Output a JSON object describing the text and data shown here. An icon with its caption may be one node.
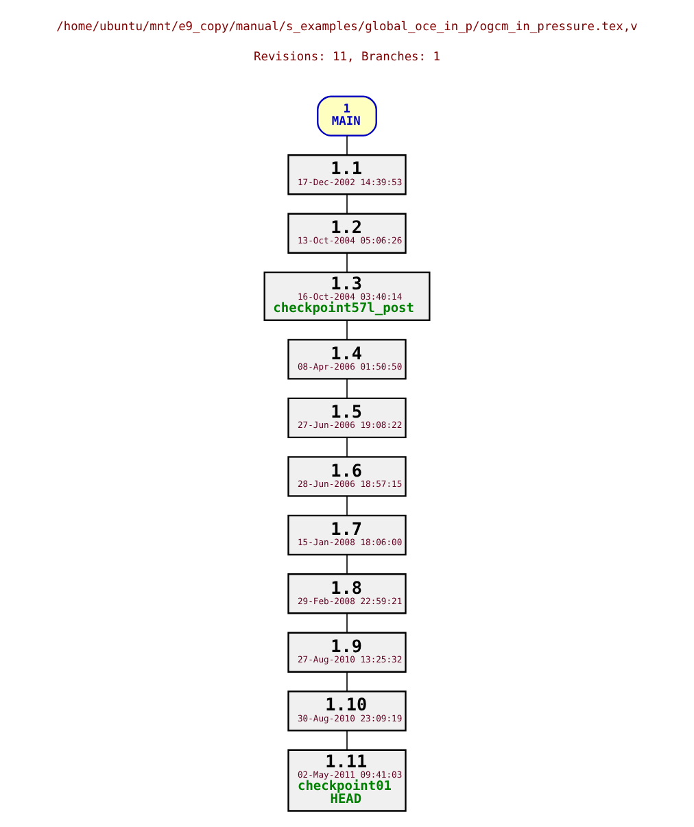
{
  "diagram": {
    "title": "/home/ubuntu/mnt/e9_copy/manual/s_examples/global_oce_in_p/ogcm_in_pressure.tex,v",
    "nodes": [
      {
        "text": [
          "1",
          "MAIN"
        ]
      },
      {
        "text": [
          "1.1",
          "17-Dec-2002 14:39:53"
        ]
      },
      {
        "text": [
          "1.2",
          "13-Oct-2004 05:06:26"
        ]
      },
      {
        "text": [
          "1.3",
          "16-Oct-2004 03:40:14",
          "checkpoint57l_post"
        ]
      },
      {
        "text": [
          "1.4",
          "08-Apr-2006 01:50:50"
        ]
      },
      {
        "text": [
          "1.5",
          "27-Jun-2006 19:08:22"
        ]
      },
      {
        "text": [
          "1.6",
          "28-Jun-2006 18:57:15"
        ]
      },
      {
        "text": [
          "1.7",
          "15-Jan-2008 18:06:00"
        ]
      },
      {
        "text": [
          "1.8",
          "29-Feb-2008 22:59:21"
        ]
      },
      {
        "text": [
          "1.9",
          "27-Aug-2010 13:25:32"
        ]
      },
      {
        "text": [
          "1.10",
          "30-Aug-2010 23:09:19"
        ]
      },
      {
        "text": [
          "1.11",
          "02-May-2011 09:41:03",
          "checkpoint01",
          "HEAD"
        ]
      }
    ],
    "edges": [
      {
        "from": 0,
        "to": 1,
        "arrow": "none"
      },
      {
        "from": 1,
        "to": 2,
        "arrow": "none"
      },
      {
        "from": 2,
        "to": 3,
        "arrow": "none"
      },
      {
        "from": 3,
        "to": 4,
        "arrow": "none"
      },
      {
        "from": 4,
        "to": 5,
        "arrow": "none"
      },
      {
        "from": 5,
        "to": 6,
        "arrow": "none"
      },
      {
        "from": 6,
        "to": 7,
        "arrow": "none"
      },
      {
        "from": 7,
        "to": 8,
        "arrow": "none"
      },
      {
        "from": 8,
        "to": 9,
        "arrow": "none"
      },
      {
        "from": 9,
        "to": 10,
        "arrow": "none"
      },
      {
        "from": 10,
        "to": 11,
        "arrow": "none"
      }
    ],
    "labels": [
      "Revisions: 11, Branches: 1"
    ]
  }
}
